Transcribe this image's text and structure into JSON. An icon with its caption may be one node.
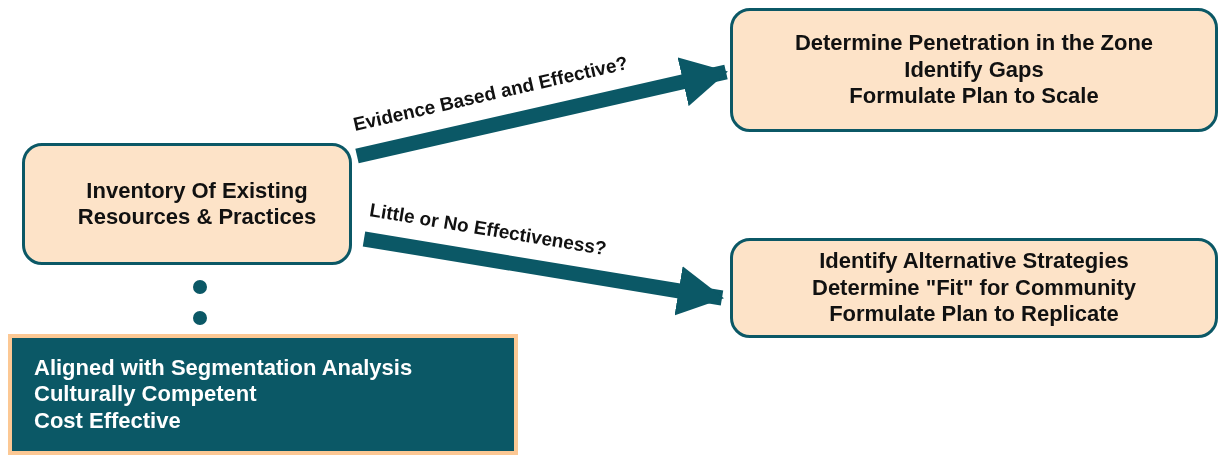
{
  "diagram": {
    "nodes": [
      {
        "text": [
          "Inventory Of Existing Resources & Practices"
        ]
      },
      {
        "text": [
          "Determine Penetration in the Zone",
          "Identify Gaps",
          "Formulate Plan to Scale"
        ]
      },
      {
        "text": [
          "Identify Alternative Strategies",
          "Determine \"Fit\" for Community",
          "Formulate Plan to Replicate"
        ]
      },
      {
        "text": [
          "Aligned with Segmentation Analysis",
          "Culturally Competent",
          "Cost Effective"
        ]
      }
    ],
    "edges": [
      {
        "from": 0,
        "to": 1,
        "arrow": "to",
        "label": "Evidence Based and Effective?"
      },
      {
        "from": 0,
        "to": 2,
        "arrow": "to",
        "label": "Little or No Effectiveness?"
      },
      {
        "from": 0,
        "to": 3,
        "arrow": "none",
        "style": "dashed"
      }
    ]
  }
}
